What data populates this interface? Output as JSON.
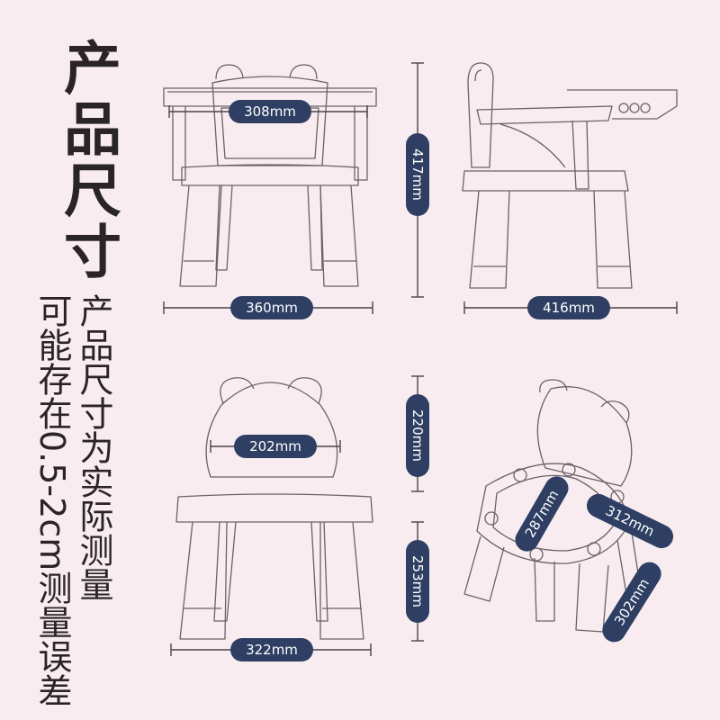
{
  "title": "产品尺寸",
  "note": {
    "line1": "产品尺寸为实际测量",
    "line2": "可能存在0.5-2cm测量误差"
  },
  "dimensions": {
    "front_seat_width": "308mm",
    "front_total_width": "360mm",
    "height": "417mm",
    "side_depth": "416mm",
    "back_width": "202mm",
    "back_height": "220mm",
    "leg_height": "253mm",
    "base_width": "322mm",
    "seat_diag": "287mm",
    "seat_side": "312mm",
    "leg_span": "302mm"
  },
  "colors": {
    "background": "#f8ecf0",
    "pill": "#2e3f63",
    "line": "#5a5254",
    "text": "#2b2426"
  }
}
